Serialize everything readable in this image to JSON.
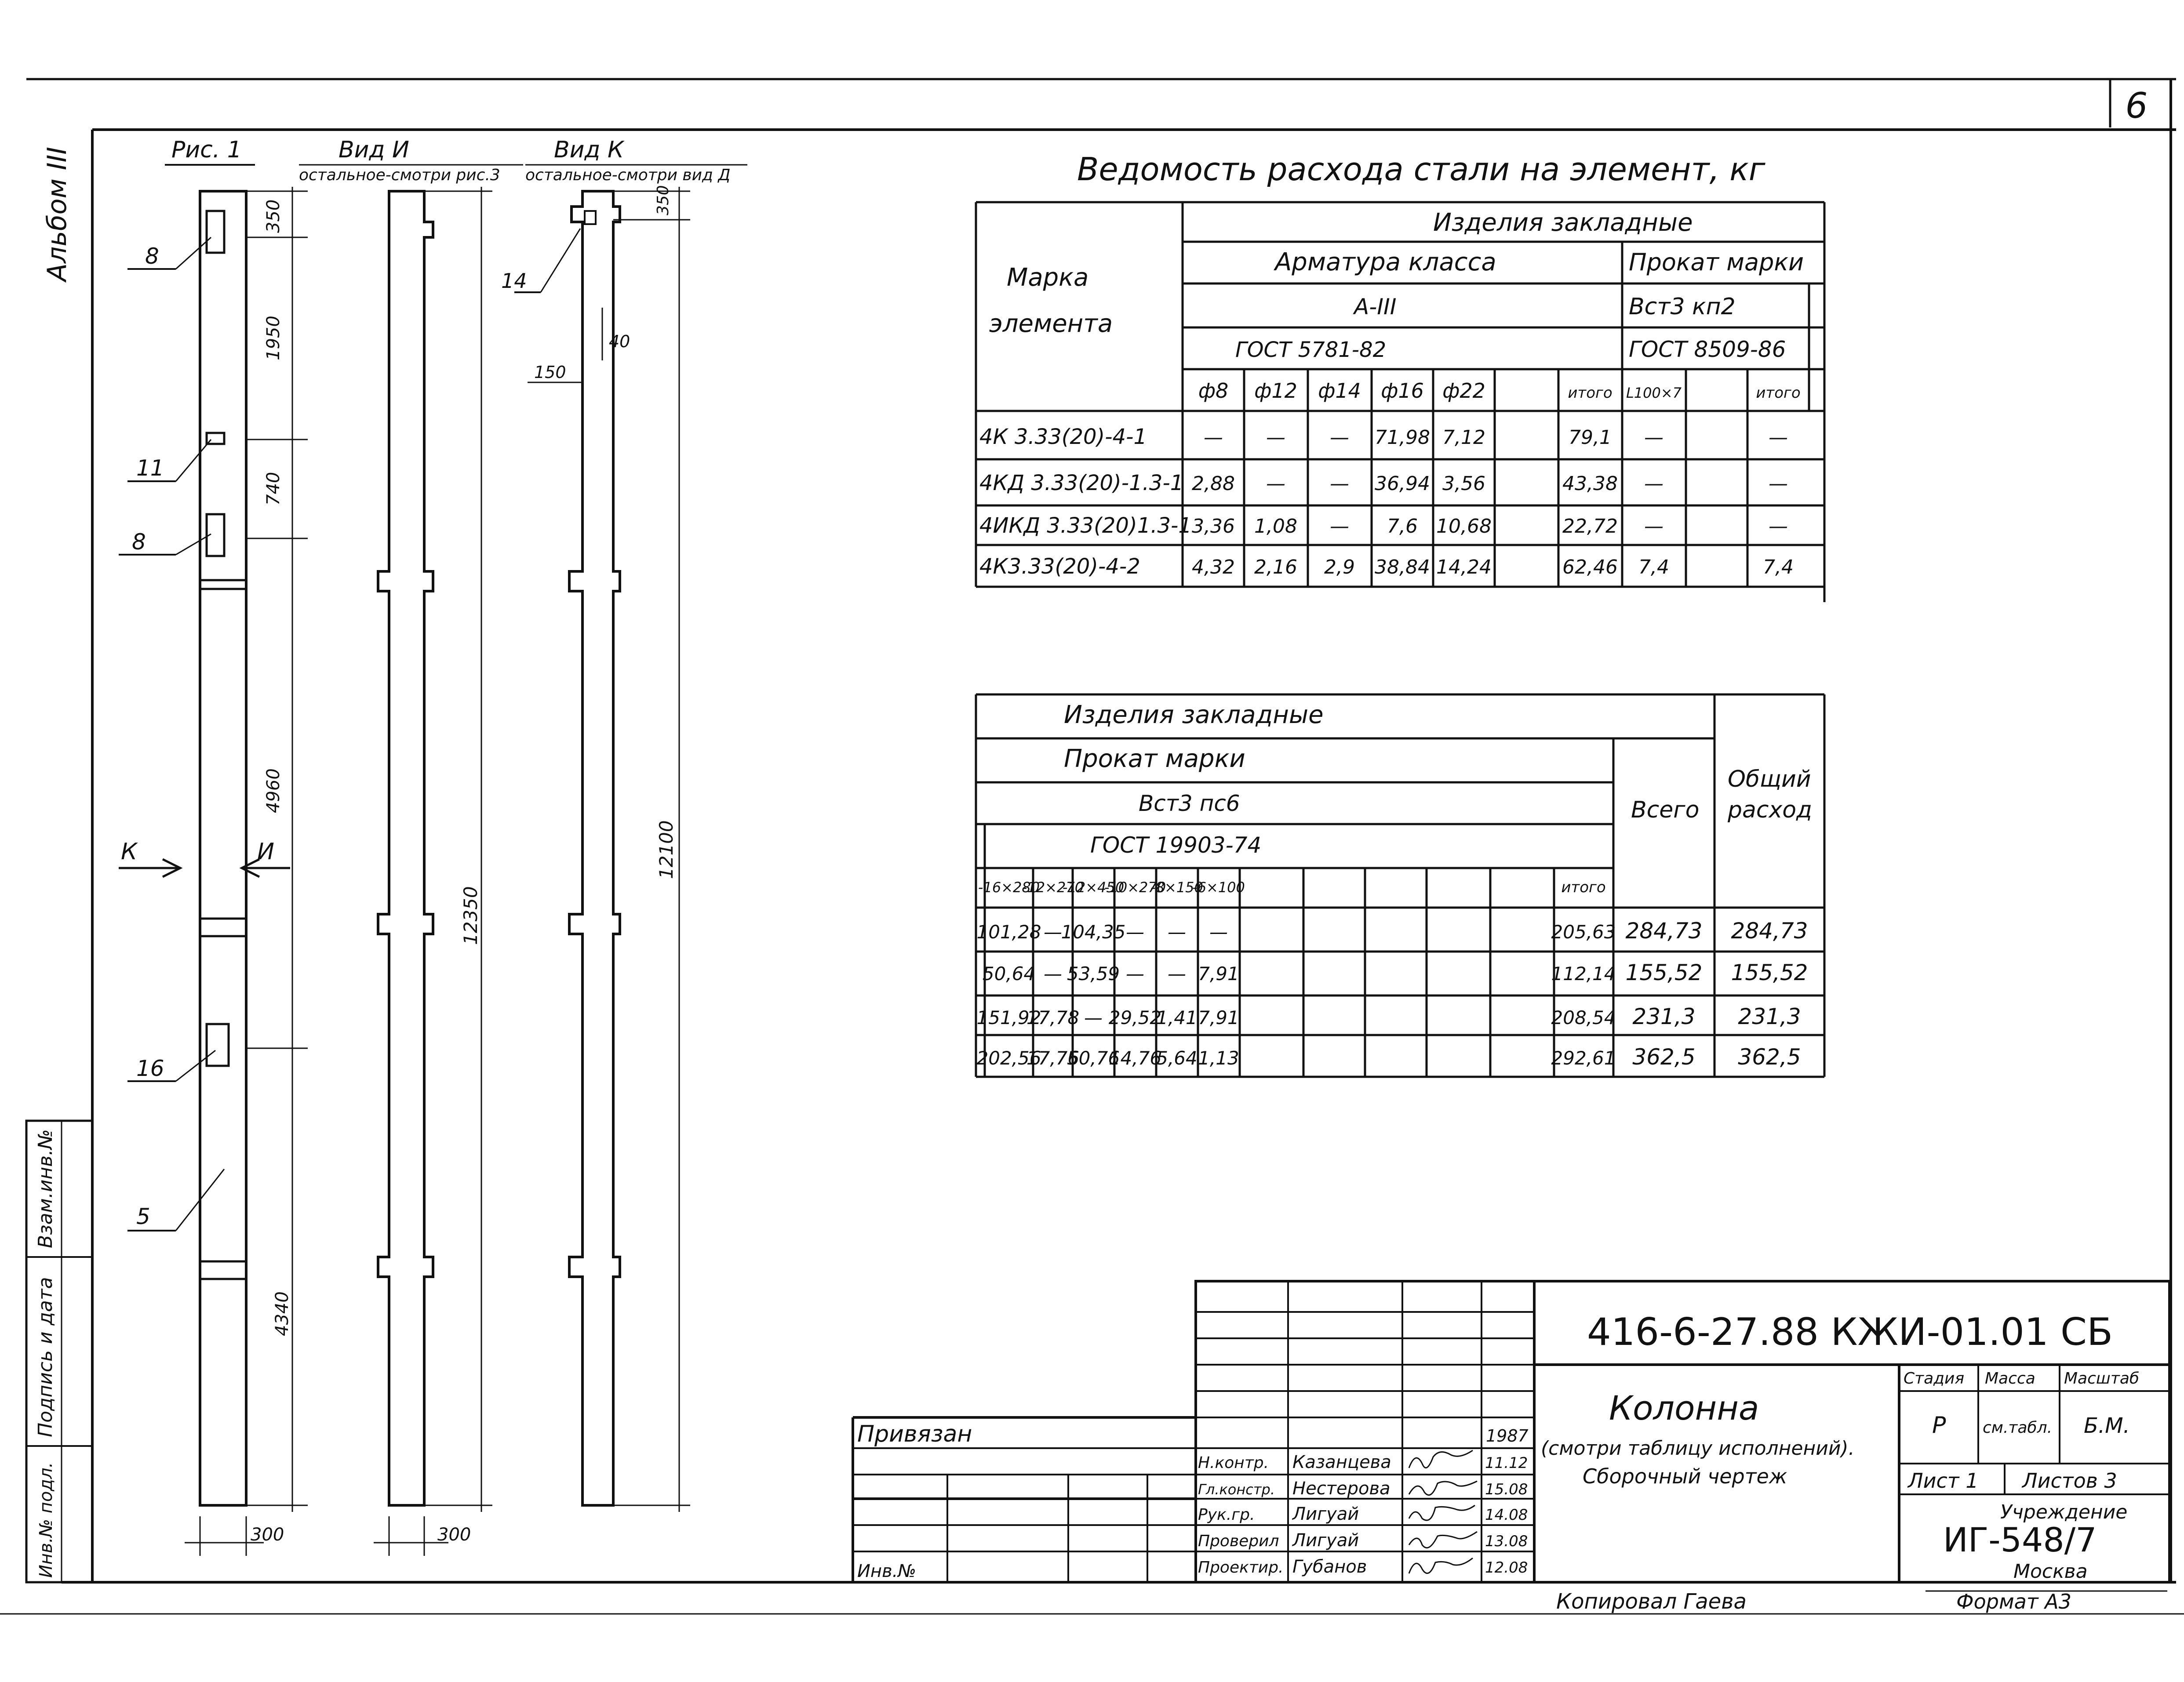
{
  "sheet": {
    "page_number": "6",
    "album_label": "Альбом III",
    "figure_label": "Рис. 1",
    "view_i_title": "Вид И",
    "view_i_note": "остальное-смотри рис.3",
    "view_k_title": "Вид К",
    "view_k_note": "остальное-смотри вид Д"
  },
  "drawing": {
    "callouts": [
      "8",
      "11",
      "8",
      "16",
      "5",
      "14"
    ],
    "dims_fig1": [
      "350",
      "1950",
      "740",
      "4960",
      "4340",
      "300"
    ],
    "dims_view_i": [
      "12350",
      "300"
    ],
    "dims_view_k": [
      "350",
      "12100",
      "40",
      "150"
    ],
    "arrow_k": "К",
    "arrow_i": "И"
  },
  "table1": {
    "title": "Ведомость расхода стали на элемент, кг",
    "head_mark": [
      "Марка",
      "элемента"
    ],
    "head_items": "Изделия закладные",
    "head_rebar": "Арматура класса",
    "head_rebar_class": "А-III",
    "head_rebar_gost": "ГОСТ 5781-82",
    "head_rolled": "Прокат марки",
    "head_rolled_grade": "Вст3 кп2",
    "head_rolled_gost": "ГОСТ 8509-86",
    "cols": [
      "ф8",
      "ф12",
      "ф14",
      "ф16",
      "ф22",
      "",
      "итого",
      "L100×7",
      "",
      "итого"
    ],
    "rows": [
      [
        "4К 3.33(20)-4-1",
        "—",
        "—",
        "—",
        "71,98",
        "7,12",
        "",
        "79,1",
        "—",
        "",
        "—"
      ],
      [
        "4КД 3.33(20)-1.3-1",
        "2,88",
        "—",
        "—",
        "36,94",
        "3,56",
        "",
        "43,38",
        "—",
        "",
        "—"
      ],
      [
        "4ИКД 3.33(20)1.3-1",
        "3,36",
        "1,08",
        "—",
        "7,6",
        "10,68",
        "",
        "22,72",
        "—",
        "",
        "—"
      ],
      [
        "4К3.33(20)-4-2",
        "4,32",
        "2,16",
        "2,9",
        "38,84",
        "14,24",
        "",
        "62,46",
        "7,4",
        "",
        "7,4"
      ]
    ]
  },
  "table2": {
    "head_items": "Изделия закладные",
    "head_rolled": "Прокат марки",
    "head_grade": "Вст3 пс6",
    "head_gost": "ГОСТ 19903-74",
    "head_total": "Всего",
    "head_overall": [
      "Общий",
      "расход"
    ],
    "cols": [
      "-16×280",
      "-12×270",
      "-12×450",
      "-10×270",
      "-8×150",
      "-6×100",
      "",
      "",
      "",
      "итого"
    ],
    "rows": [
      [
        "101,28",
        "—",
        "104,35",
        "—",
        "—",
        "—",
        "",
        "",
        "",
        "205,63",
        "284,73",
        "284,73"
      ],
      [
        "50,64",
        "—",
        "53,59",
        "—",
        "—",
        "7,91",
        "",
        "",
        "",
        "112,14",
        "155,52",
        "155,52"
      ],
      [
        "151,92",
        "17,78",
        "—",
        "29,52",
        "1,41",
        "7,91",
        "",
        "",
        "",
        "208,54",
        "231,3",
        "231,3"
      ],
      [
        "202,56",
        "17,76",
        "50,76",
        "14,76",
        "5,64",
        "1,13",
        "",
        "",
        "",
        "292,61",
        "362,5",
        "362,5"
      ]
    ]
  },
  "stamp": {
    "code": "416-6-27.88  КЖИ-01.01 СБ",
    "title": "Колонна",
    "subtitle": "(смотри таблицу исполнений).",
    "subtitle2": "Сборочный чертеж",
    "stage_label": "Стадия",
    "mass_label": "Масса",
    "scale_label": "Масштаб",
    "stage": "Р",
    "mass": "см.табл.",
    "scale": "Б.М.",
    "sheet_label": "Лист 1",
    "sheets_label": "Листов 3",
    "org_label": "Учреждение",
    "org": "ИГ-548/7",
    "city": "Москва",
    "attached": "Привязан",
    "inv": "Инв.№",
    "year": "1987",
    "roles": [
      {
        "role": "Н.контр.",
        "name": "Казанцева",
        "date": "11.12"
      },
      {
        "role": "Гл.констр.",
        "name": "Нестерова",
        "date": "15.08"
      },
      {
        "role": "Рук.гр.",
        "name": "Лигуай",
        "date": "14.08"
      },
      {
        "role": "Проверил",
        "name": "Лигуай",
        "date": "13.08"
      },
      {
        "role": "Проектир.",
        "name": "Губанов",
        "date": "12.08"
      }
    ],
    "copied": "Копировал  Гаева",
    "format": "Формат А3"
  },
  "side_stamp": [
    "Взам.инв.№",
    "Подпись и дата",
    "Инв.№ подл."
  ]
}
